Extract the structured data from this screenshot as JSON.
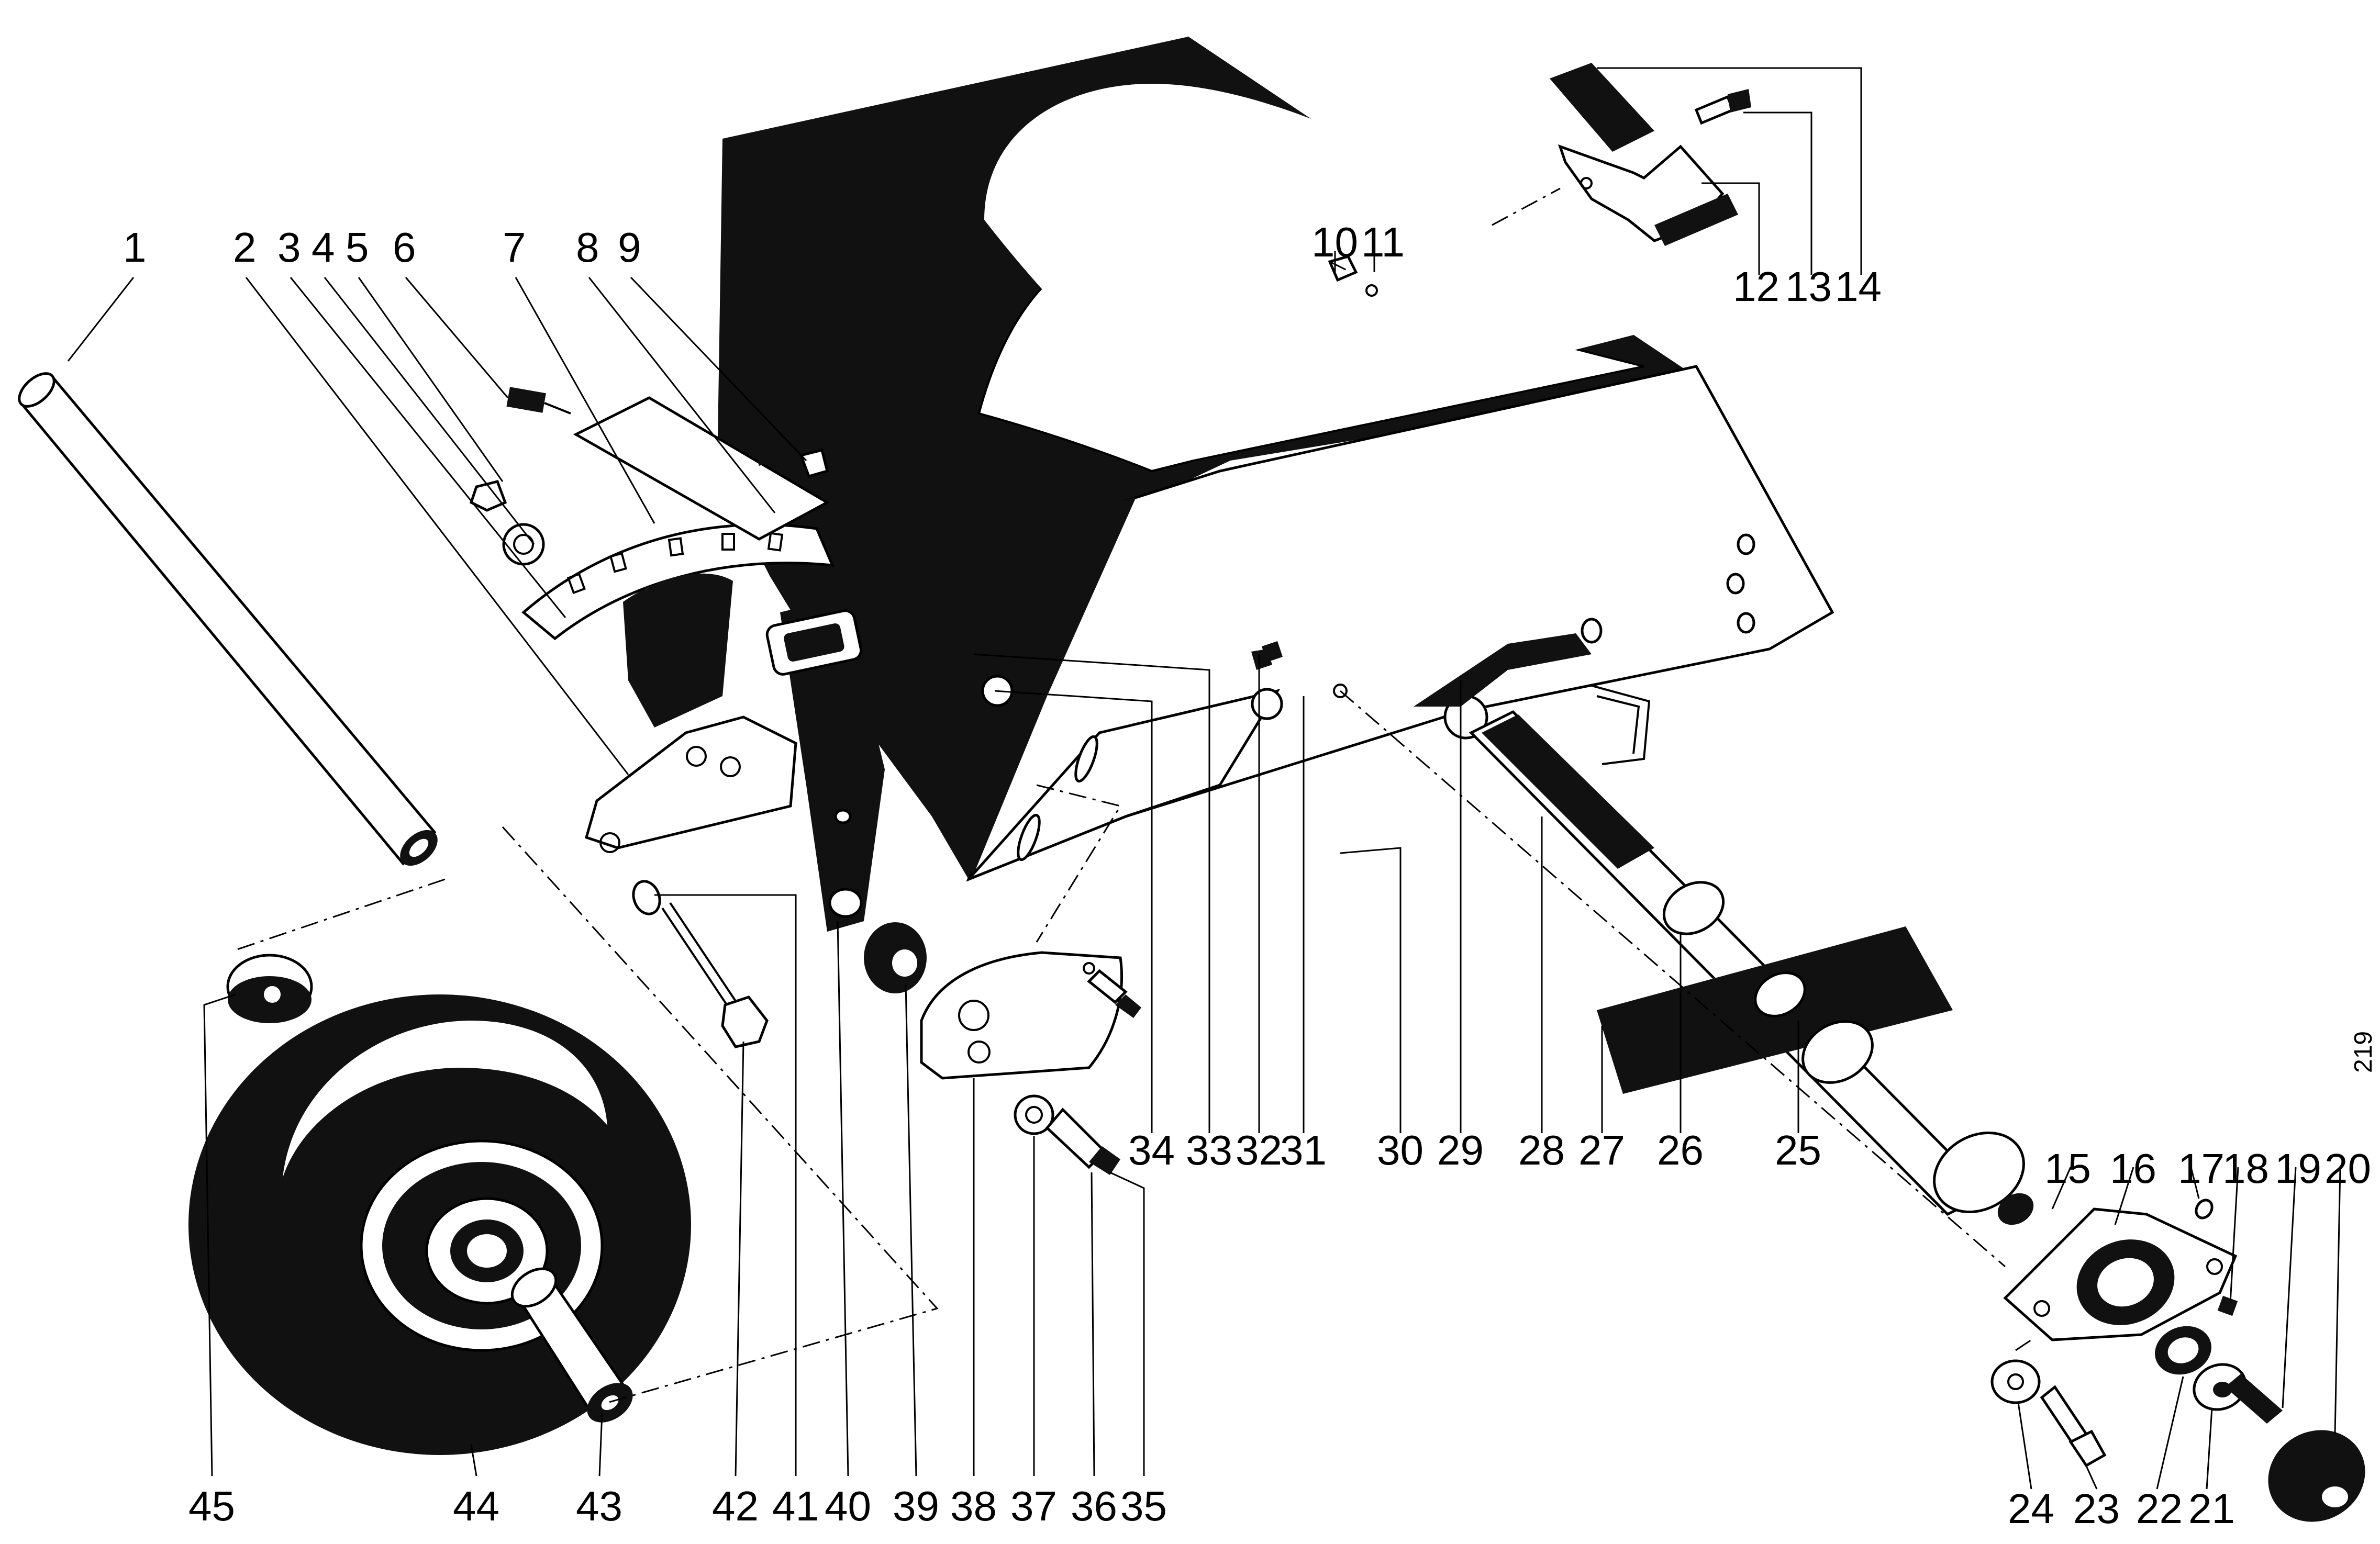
{
  "callouts": [
    "1",
    "2",
    "3",
    "4",
    "5",
    "6",
    "7",
    "8",
    "9",
    "10",
    "11",
    "12",
    "13",
    "14",
    "15",
    "16",
    "17",
    "18",
    "19",
    "20",
    "21",
    "22",
    "23",
    "24",
    "25",
    "26",
    "27",
    "28",
    "29",
    "30",
    "31",
    "32",
    "33",
    "34",
    "35",
    "36",
    "37",
    "38",
    "39",
    "40",
    "41",
    "42",
    "43",
    "44",
    "45"
  ],
  "figure_id": "219",
  "colors": {
    "ink": "#000000",
    "paper": "#ffffff"
  }
}
